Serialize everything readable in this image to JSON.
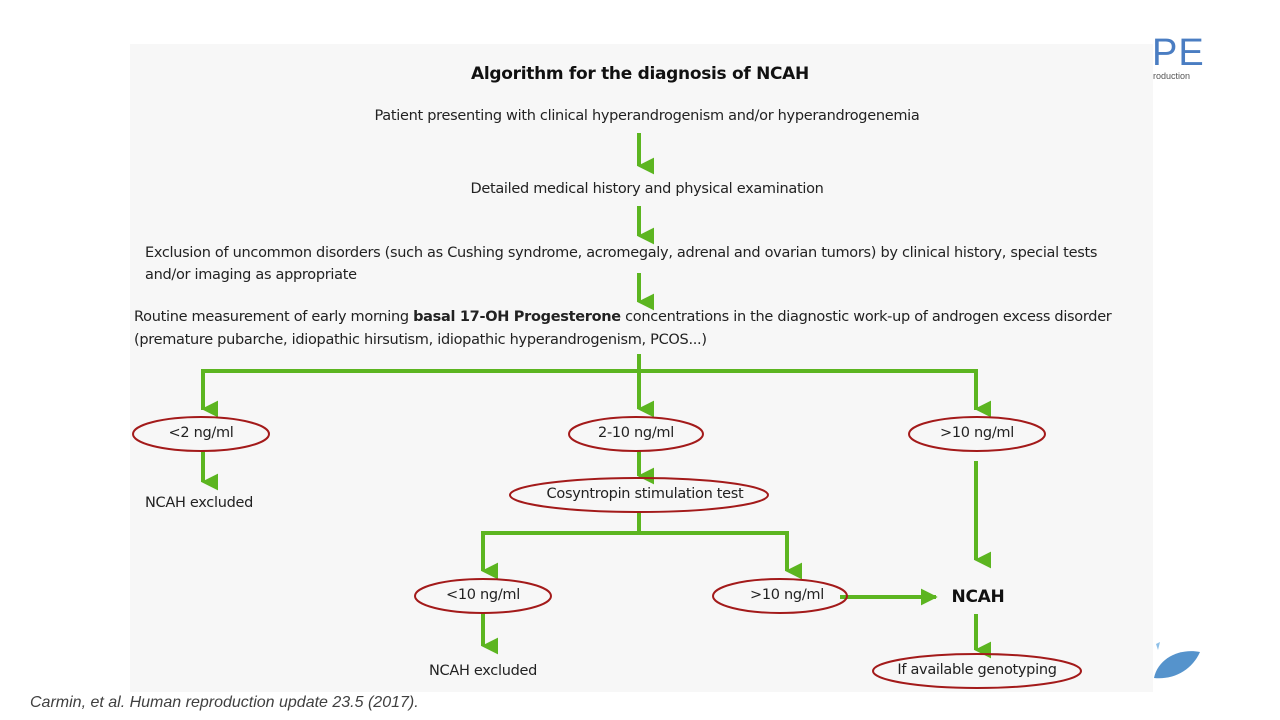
{
  "slide": {
    "logo_text": "PE",
    "logo_subtext": "roduction",
    "citation": "Carmin, et al. Human reproduction update 23.5 (2017)."
  },
  "diagram": {
    "title": "Algorithm for the diagnosis of NCAH",
    "steps": {
      "step1": "Patient  presenting with clinical hyperandrogenism and/or hyperandrogenemia",
      "step2": "Detailed medical history and physical examination",
      "step3_line1": "Exclusion of uncommon disorders (such as Cushing syndrome, acromegaly, adrenal and ovarian tumors) by clinical history, special tests",
      "step3_line2": "and/or imaging as appropriate",
      "step4_pre": "Routine measurement of early morning ",
      "step4_bold": "basal 17-OH Progesterone",
      "step4_post": " concentrations in the diagnostic work-up of androgen excess disorder",
      "step4_line2": "(premature pubarche, idiopathic hirsutism, idiopathic hyperandrogenism, PCOS...)"
    },
    "branches": {
      "low": "<2 ng/ml",
      "mid": "2-10 ng/ml",
      "high": ">10 ng/ml"
    },
    "outcomes": {
      "low_result": "NCAH excluded",
      "mid_test": "Cosyntropin stimulation test",
      "stim_low": "<10 ng/ml",
      "stim_high": ">10 ng/ml",
      "stim_low_result": "NCAH excluded",
      "ncah": "NCAH",
      "genotyping": "If available genotyping"
    },
    "colors": {
      "arrow": "#5cb520",
      "ellipse": "#a31a1a",
      "panel": "#f7f7f7"
    }
  }
}
